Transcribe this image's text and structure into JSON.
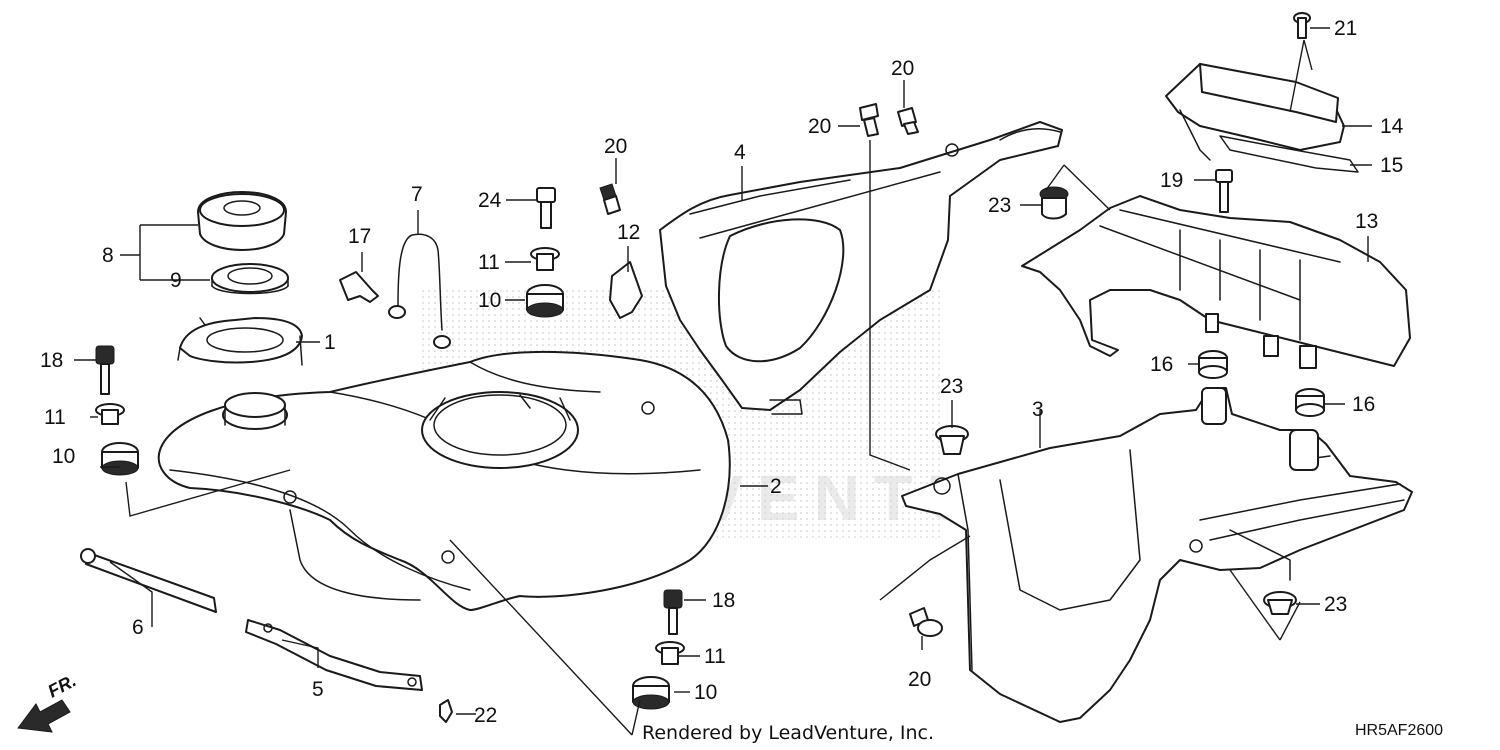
{
  "diagram": {
    "callouts": [
      {
        "id": "c1",
        "label": "1"
      },
      {
        "id": "c2",
        "label": "2"
      },
      {
        "id": "c3",
        "label": "3"
      },
      {
        "id": "c4",
        "label": "4"
      },
      {
        "id": "c5",
        "label": "5"
      },
      {
        "id": "c6",
        "label": "6"
      },
      {
        "id": "c7",
        "label": "7"
      },
      {
        "id": "c8",
        "label": "8"
      },
      {
        "id": "c9",
        "label": "9"
      },
      {
        "id": "c10a",
        "label": "10"
      },
      {
        "id": "c10b",
        "label": "10"
      },
      {
        "id": "c10c",
        "label": "10"
      },
      {
        "id": "c11a",
        "label": "11"
      },
      {
        "id": "c11b",
        "label": "11"
      },
      {
        "id": "c11c",
        "label": "11"
      },
      {
        "id": "c12",
        "label": "12"
      },
      {
        "id": "c13",
        "label": "13"
      },
      {
        "id": "c14",
        "label": "14"
      },
      {
        "id": "c15",
        "label": "15"
      },
      {
        "id": "c16a",
        "label": "16"
      },
      {
        "id": "c16b",
        "label": "16"
      },
      {
        "id": "c17",
        "label": "17"
      },
      {
        "id": "c18a",
        "label": "18"
      },
      {
        "id": "c18b",
        "label": "18"
      },
      {
        "id": "c19",
        "label": "19"
      },
      {
        "id": "c20a",
        "label": "20"
      },
      {
        "id": "c20b",
        "label": "20"
      },
      {
        "id": "c20c",
        "label": "20"
      },
      {
        "id": "c20d",
        "label": "20"
      },
      {
        "id": "c21",
        "label": "21"
      },
      {
        "id": "c22",
        "label": "22"
      },
      {
        "id": "c23a",
        "label": "23"
      },
      {
        "id": "c23b",
        "label": "23"
      },
      {
        "id": "c23c",
        "label": "23"
      },
      {
        "id": "c24",
        "label": "24"
      }
    ],
    "direction_label": "FR.",
    "footer_credit": "Rendered by LeadVenture, Inc.",
    "diagram_code": "HR5AF2600",
    "watermark_text": "LEADVENTURE"
  }
}
